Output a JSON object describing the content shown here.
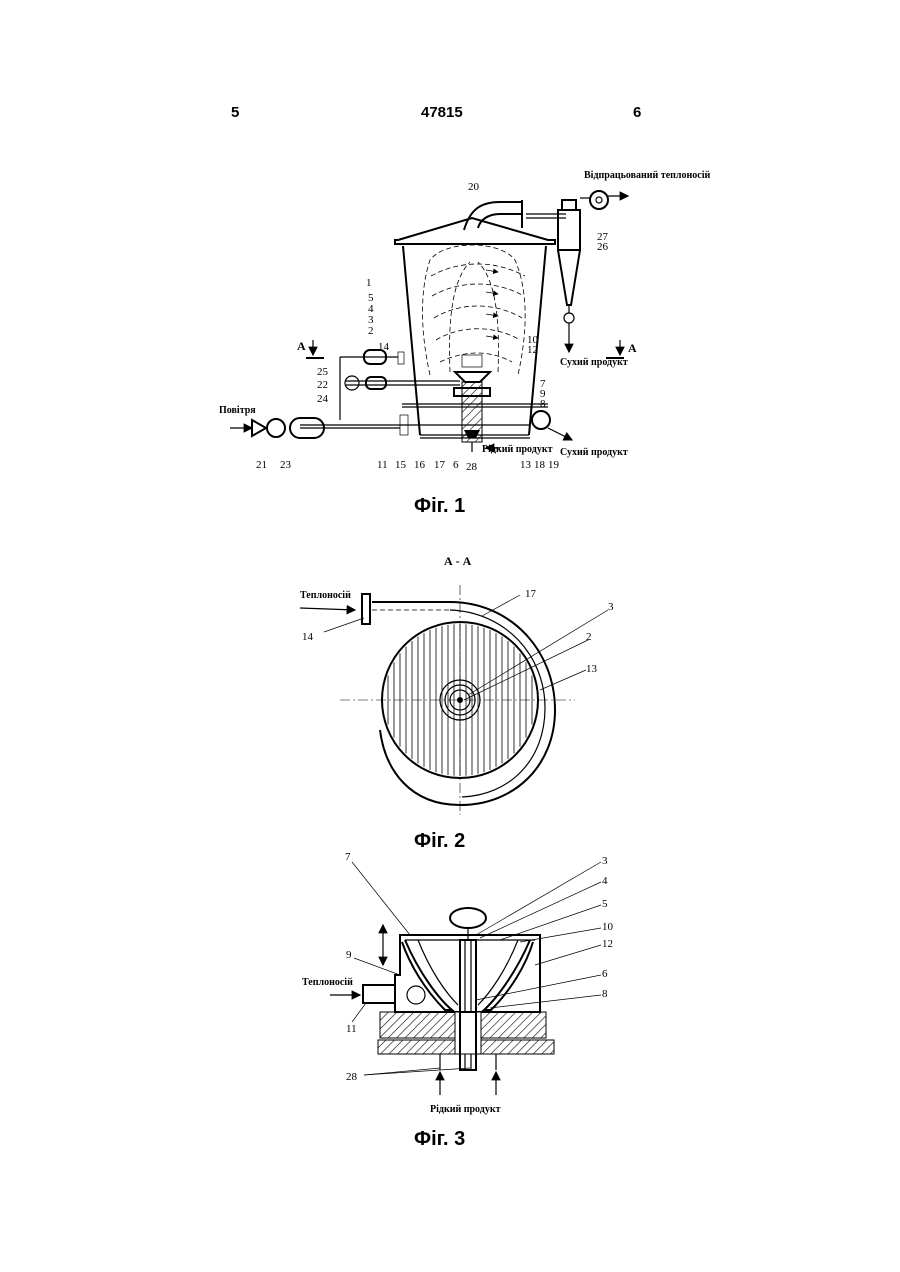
{
  "header": {
    "page_left": "5",
    "patent_number": "47815",
    "page_right": "6"
  },
  "figure1": {
    "caption": "Фіг. 1",
    "section_mark": "А",
    "labels": {
      "exhaust": "Відпрацьований теплоносій",
      "air": "Повітря",
      "dry_product_1": "Сухий продукт",
      "dry_product_2": "Сухий продукт",
      "liquid_product": "Рідкий продукт"
    },
    "numbers": [
      "1",
      "2",
      "3",
      "4",
      "5",
      "6",
      "7",
      "8",
      "9",
      "10",
      "11",
      "12",
      "13",
      "14",
      "15",
      "16",
      "17",
      "18",
      "19",
      "20",
      "21",
      "22",
      "23",
      "24",
      "25",
      "26",
      "27",
      "28"
    ]
  },
  "figure2": {
    "caption": "Фіг. 2",
    "section_title": "А - А",
    "labels": {
      "heat_carrier": "Теплоносій"
    },
    "numbers": [
      "14",
      "17",
      "3",
      "2",
      "13"
    ]
  },
  "figure3": {
    "caption": "Фіг. 3",
    "labels": {
      "heat_carrier": "Теплоносій",
      "liquid_product": "Рідкий продукт"
    },
    "numbers": [
      "7",
      "9",
      "11",
      "28",
      "3",
      "4",
      "5",
      "10",
      "12",
      "6",
      "8"
    ]
  }
}
